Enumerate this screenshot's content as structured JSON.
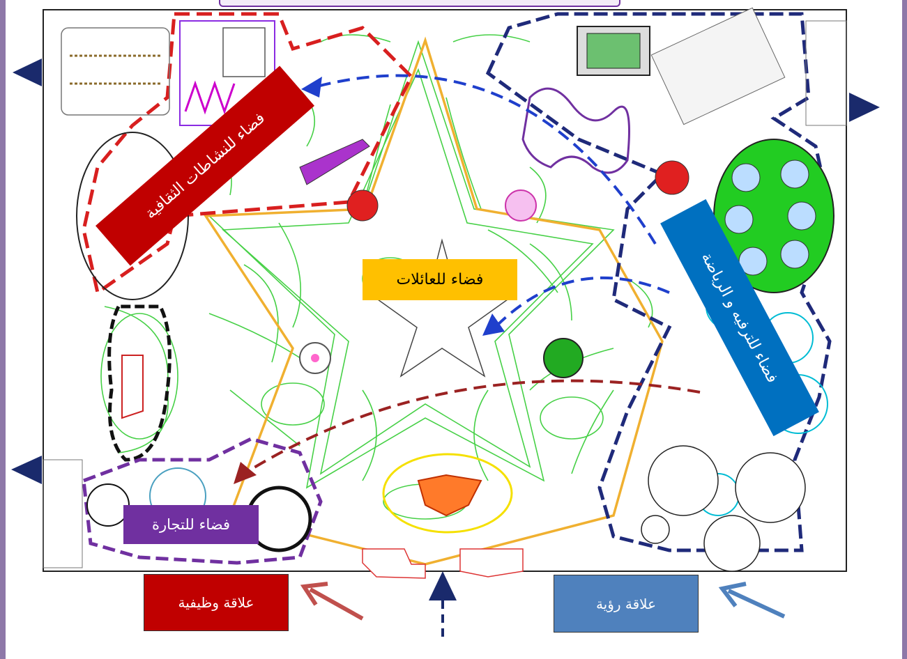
{
  "labels": {
    "culture": "فضاء للنشاطات الثقافية",
    "families": "فضاء للعائلات",
    "sports": "فضاء للترفيه و الرياضة",
    "trade": "فضاء للتجارة",
    "functional_relation": "علاقة وظيفية",
    "visual_relation": "علاقة رؤية"
  },
  "colors": {
    "culture": "#c00000",
    "families": "#ffc000",
    "sports": "#0070c0",
    "trade": "#7030a0",
    "functional_relation": "#c00000",
    "visual_relation": "#4f81bd",
    "paths": "#33cc33",
    "commercial_boundary": "#111111",
    "sport_boundary": "#1f2a7a",
    "background": "#8e78a8"
  },
  "icons": [
    "entrance-arrow-icon",
    "relation-arrow-icon"
  ]
}
